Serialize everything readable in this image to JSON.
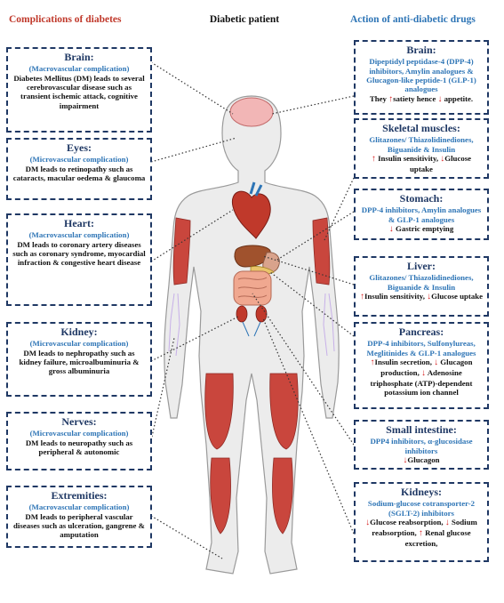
{
  "headers": {
    "left": "Complications of diabetes",
    "center": "Diabetic patient",
    "right": "Action of anti-diabetic drugs"
  },
  "complications": [
    {
      "title": "Brain:",
      "subtitle": "(Macrovascular complication)",
      "desc": "Diabetes Mellitus (DM) leads to several cerebrovascular disease such as transient ischemic attack, cognitive impairment"
    },
    {
      "title": "Eyes:",
      "subtitle": "(Microvascular complication)",
      "desc": "DM leads to retinopathy such as cataracts, macular oedema & glaucoma"
    },
    {
      "title": "Heart:",
      "subtitle": "(Macrovascular complication)",
      "desc": "DM leads to coronary artery diseases such as coronary syndrome, myocardial infraction & congestive heart disease"
    },
    {
      "title": "Kidney:",
      "subtitle": "(Microvascular complication)",
      "desc": "DM leads to nephropathy such as kidney failure, microalbuminuria & gross albuminuria"
    },
    {
      "title": "Nerves:",
      "subtitle": "(Microvascular complication)",
      "desc": "DM leads to neuropathy such as peripheral & autonomic"
    },
    {
      "title": "Extremities:",
      "subtitle": "(Macrovascular complication)",
      "desc": "DM leads to peripheral vascular diseases such as ulceration, gangrene & amputation"
    }
  ],
  "drugs": [
    {
      "title": "Brain:",
      "drugs": "Dipeptidyl peptidase-4 (DPP-4) inhibitors, Amylin analogues & Glucagon-like peptide-1 (GLP-1) analogues",
      "effects": [
        {
          "t": "They "
        },
        {
          "a": "↑"
        },
        {
          "t": "satiety hence "
        },
        {
          "a": "↓"
        },
        {
          "t": " appetite."
        }
      ]
    },
    {
      "title": "Skeletal muscles:",
      "drugs": "Glitazones/ Thiazolidinediones, Biguanide & Insulin",
      "effects": [
        {
          "a": "↑"
        },
        {
          "t": " Insulin sensitivity, "
        },
        {
          "a": "↓"
        },
        {
          "t": "Glucose uptake"
        }
      ]
    },
    {
      "title": "Stomach:",
      "drugs": "DPP-4 inhibitors, Amylin analogues & GLP-1 analogues",
      "effects": [
        {
          "a": "↓"
        },
        {
          "t": " Gastric emptying"
        }
      ]
    },
    {
      "title": "Liver:",
      "drugs": "Glitazones/ Thiazolidinediones, Biguanide & Insulin",
      "effects": [
        {
          "a": "↑"
        },
        {
          "t": "Insulin sensitivity, "
        },
        {
          "a": "↓"
        },
        {
          "t": "Glucose uptake"
        }
      ]
    },
    {
      "title": "Pancreas:",
      "drugs": "DPP-4 inhibitors, Sulfonylureas, Meglitinides & GLP-1 analogues",
      "effects": [
        {
          "a": "↑"
        },
        {
          "t": "Insulin secretion, "
        },
        {
          "a": "↓"
        },
        {
          "t": " Glucagon production, "
        },
        {
          "a": "↓"
        },
        {
          "t": " Adenosine triphosphate (ATP)-dependent potassium ion channel"
        }
      ]
    },
    {
      "title": "Small intestine:",
      "drugs": "DPP4 inhibitors, α-glucosidase inhibitors",
      "effects": [
        {
          "a": "↓"
        },
        {
          "t": "Glucagon"
        }
      ]
    },
    {
      "title": "Kidneys:",
      "drugs": "Sodium-glucose cotransporter-2 (SGLT-2) inhibitors",
      "effects": [
        {
          "a": "↓"
        },
        {
          "t": "Glucose reabsorption, "
        },
        {
          "a": "↓"
        },
        {
          "t": " Sodium reabsorption, "
        },
        {
          "a": "↑"
        },
        {
          "t": " Renal glucose excretion,"
        }
      ]
    }
  ],
  "colors": {
    "complication_header": "#c0392b",
    "drug_header": "#2e75b6",
    "box_border": "#1f3864",
    "subtitle": "#2e75b6",
    "arrow": "#d62020",
    "muscle": "#c9463d",
    "skin": "#e9e9e9"
  }
}
